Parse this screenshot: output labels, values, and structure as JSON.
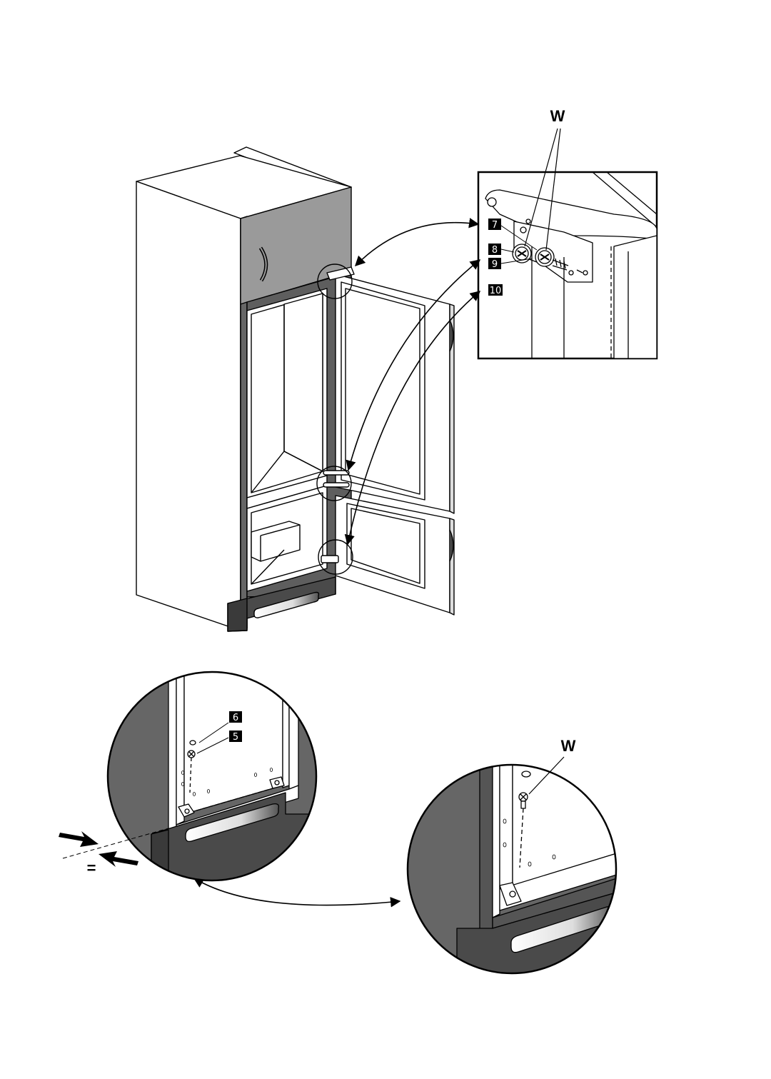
{
  "figure": {
    "labels": {
      "w_top": "W",
      "w_bottom": "W",
      "equal_sign": "=",
      "part_7": "7",
      "part_8": "8",
      "part_9": "9",
      "part_10": "10",
      "part_6": "6",
      "part_5": "5"
    },
    "colors": {
      "line": "#000000",
      "upper_cabinet_door": "#9a9a9a",
      "cabinet_side_dark": "#6a6a6a",
      "plinth": "#4a4a4a",
      "background": "#ffffff"
    }
  }
}
